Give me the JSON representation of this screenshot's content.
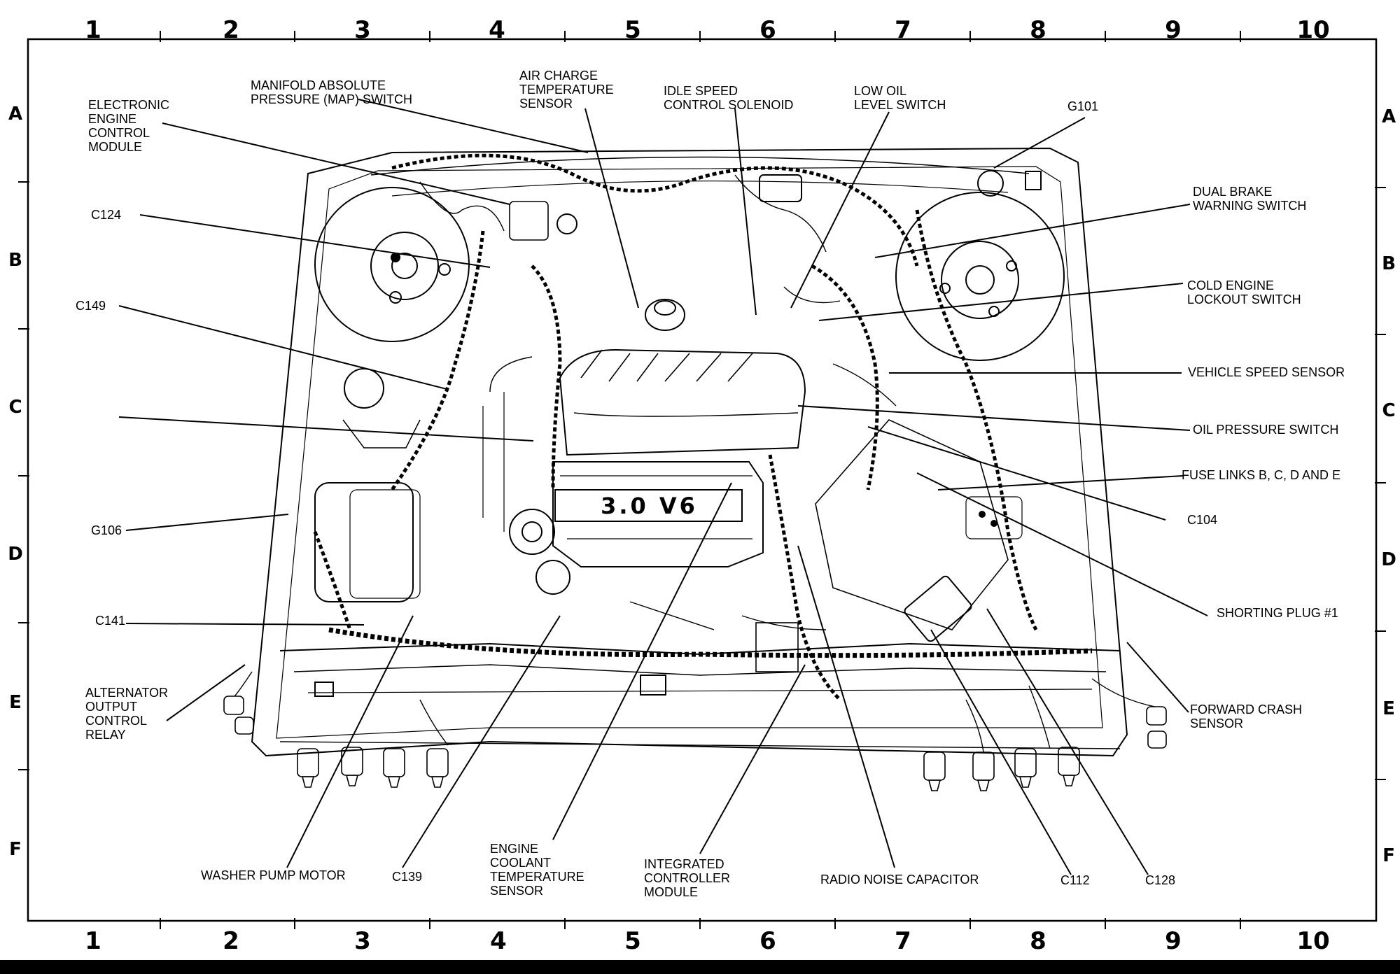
{
  "grid": {
    "columns": [
      "1",
      "2",
      "3",
      "4",
      "5",
      "6",
      "7",
      "8",
      "9",
      "10"
    ],
    "rows": [
      "A",
      "B",
      "C",
      "D",
      "E",
      "F"
    ]
  },
  "labels": {
    "electronic_engine_control_module": "ELECTRONIC\nENGINE\nCONTROL\nMODULE",
    "map_switch": "MANIFOLD ABSOLUTE\nPRESSURE (MAP) SWITCH",
    "air_charge_temperature_sensor": "AIR CHARGE\nTEMPERATURE\nSENSOR",
    "idle_speed_control_solenoid": "IDLE SPEED\nCONTROL SOLENOID",
    "low_oil_level_switch": "LOW OIL\nLEVEL SWITCH",
    "g101": "G101",
    "dual_brake_warning_switch": "DUAL BRAKE\nWARNING SWITCH",
    "c124": "C124",
    "cold_engine_lockout_switch": "COLD ENGINE\nLOCKOUT SWITCH",
    "c149": "C149",
    "vehicle_speed_sensor": "VEHICLE SPEED SENSOR",
    "oil_pressure_switch": "OIL PRESSURE SWITCH",
    "fuse_links": "FUSE LINKS B, C, D AND E",
    "c104": "C104",
    "g106": "G106",
    "shorting_plug": "SHORTING PLUG #1",
    "c141": "C141",
    "alternator_output_control_relay": "ALTERNATOR\nOUTPUT\nCONTROL\nRELAY",
    "forward_crash_sensor": "FORWARD CRASH\nSENSOR",
    "washer_pump_motor": "WASHER PUMP MOTOR",
    "c139": "C139",
    "engine_coolant_temperature_sensor": "ENGINE\nCOOLANT\nTEMPERATURE\nSENSOR",
    "integrated_controller_module": "INTEGRATED\nCONTROLLER\nMODULE",
    "radio_noise_capacitor": "RADIO NOISE CAPACITOR",
    "c112": "C112",
    "c128": "C128",
    "engine_badge": "3.0 V6"
  }
}
